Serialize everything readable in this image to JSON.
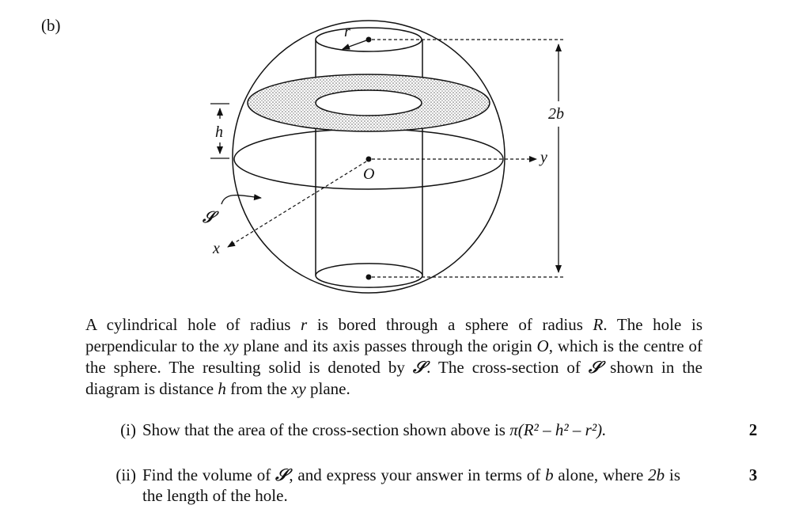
{
  "part_label": "(b)",
  "figure": {
    "labels": {
      "r": "r",
      "h": "h",
      "two_b": "2b",
      "y": "y",
      "O": "O",
      "S": "𝒮",
      "x": "x"
    }
  },
  "paragraph": {
    "seg1": "A cylindrical hole of radius ",
    "r": "r",
    "seg2": " is bored through a sphere of radius ",
    "R": "R",
    "seg3": ". The hole is perpendicular to the ",
    "xy1": "xy",
    "seg4": " plane and its axis passes through the origin ",
    "O": "O",
    "seg5": ", which is the centre of the sphere. The resulting solid is denoted by ",
    "S1": "𝒮",
    "seg6": ". The cross-section of ",
    "S2": "𝒮",
    "seg7": " shown in the diagram is distance ",
    "h": "h",
    "seg8": " from the ",
    "xy2": "xy",
    "seg9": " plane."
  },
  "questions": [
    {
      "number": "(i)",
      "text": "Show that the area of the cross-section shown above is ",
      "formula": "π(R² – h² – r²).",
      "marks": "2"
    },
    {
      "number": "(ii)",
      "seg1": "Find the volume of ",
      "S": "𝒮",
      "seg2": ", and express your answer in terms of ",
      "b": "b",
      "seg3": " alone, where ",
      "two_b": "2b",
      "seg4": " is the length of the hole.",
      "marks": "3"
    }
  ]
}
